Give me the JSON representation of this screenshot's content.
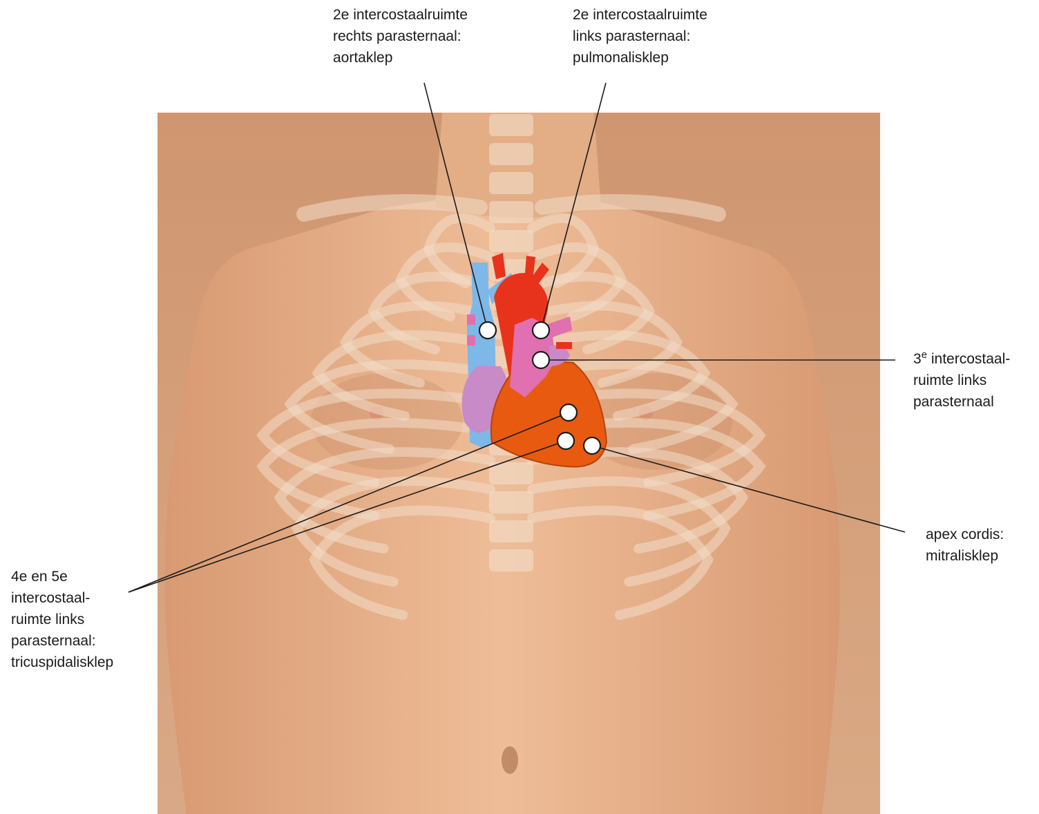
{
  "labels": {
    "aortic": {
      "lines": [
        "2e intercostaalruimte",
        "rechts parasternaal:",
        "aortaklep"
      ]
    },
    "pulmonary": {
      "lines": [
        "2e intercostaalruimte",
        "links parasternaal:",
        "pulmonalisklep"
      ]
    },
    "third_space": {
      "sup": "e",
      "first_line_prefix": "3",
      "first_line_rest": " intercostaal-",
      "lines": [
        "ruimte links",
        "parasternaal"
      ]
    },
    "mitral": {
      "lines": [
        "apex cordis:",
        "mitralisklep"
      ]
    },
    "tricuspid": {
      "lines": [
        "4e en 5e",
        "intercostaal-",
        "ruimte links",
        "parasternaal:",
        "tricuspidalisklep"
      ]
    }
  },
  "colors": {
    "skin": "#e8b48f",
    "background_wall": "#d9a17a",
    "vein": "#7db8e8",
    "aorta": "#e8331c",
    "ventricle": "#e85a10",
    "pulmonary_artery": "#e070b0",
    "atrium": "#c98ac8",
    "leader_line": "#1a1a1a"
  }
}
